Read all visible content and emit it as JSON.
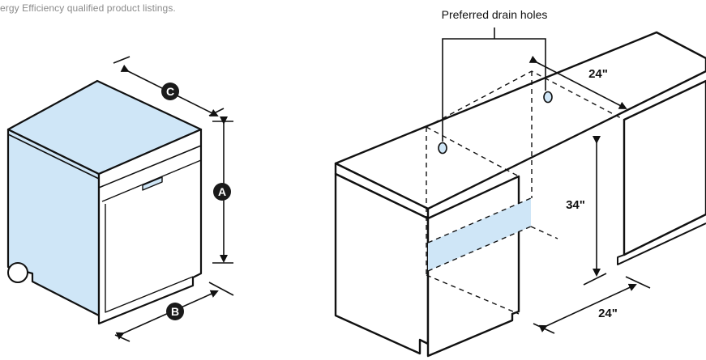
{
  "caption": "ergy Efficiency qualified product listings.",
  "dishwasher": {
    "labels": {
      "height": "A",
      "width": "B",
      "depth": "C"
    }
  },
  "cabinet": {
    "drain_holes_label": "Preferred drain holes",
    "depth_dimension": "24\"",
    "height_dimension": "34\"",
    "width_dimension": "24\""
  },
  "colors": {
    "outline": "#111111",
    "panel_blue": "#cfe6f7",
    "marker": "#1a1a1a",
    "caption_gray": "#8a8a8a"
  }
}
